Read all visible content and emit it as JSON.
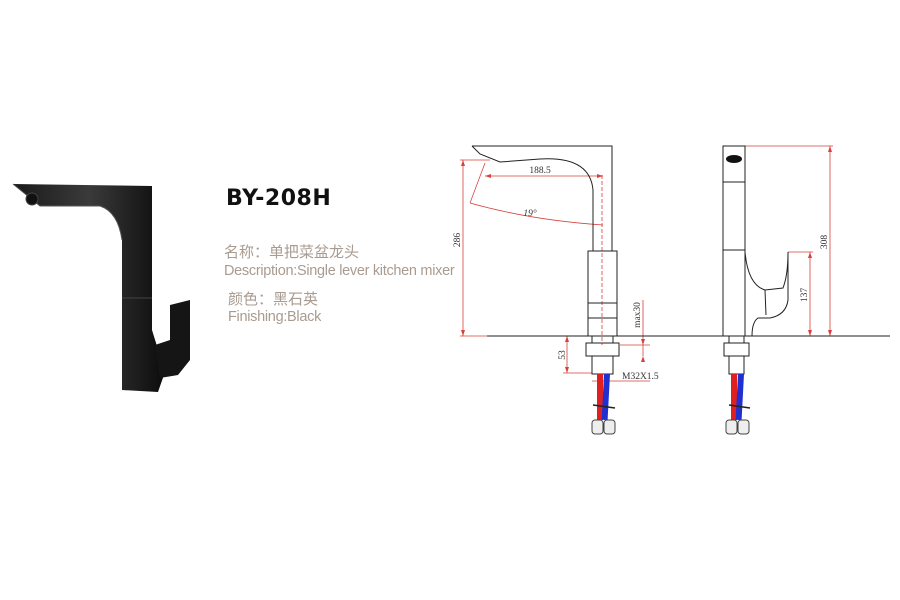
{
  "product": {
    "model": "BY-208H",
    "name_cn": "名称：单把菜盆龙头",
    "description": "Description:Single lever kitchen mixer",
    "color_cn": "颜色：黑石英",
    "finishing": "Finishing:Black"
  },
  "dimensions": {
    "total_height_front": "286",
    "spout_reach": "188.5",
    "spout_angle": "19°",
    "deck_thickness": "max30",
    "below_deck": "53",
    "thread": "M32X1.5",
    "total_height_side": "308",
    "handle_height": "137"
  },
  "colors": {
    "dimension_line": "#d9403a",
    "hot_hose": "#e02020",
    "cold_hose": "#2030d0",
    "text_gray": "#a99b90"
  }
}
